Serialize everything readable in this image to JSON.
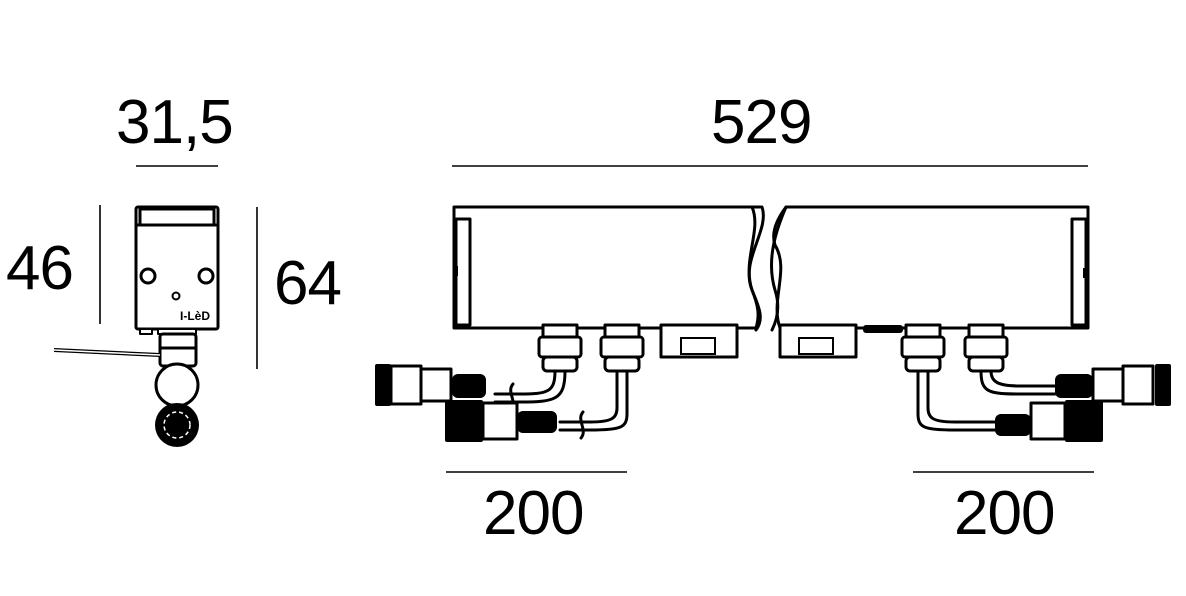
{
  "drawing": {
    "type": "technical-dimension-drawing",
    "subject": "linear LED fixture with cable connectors (end view and side view)",
    "line_color": "#000000",
    "background": "#ffffff"
  },
  "end_view": {
    "width_label": "31,5",
    "body_height_label": "46",
    "total_height_label": "64",
    "logo": "I-LèD"
  },
  "side_view": {
    "length_label": "529",
    "cable_left_label": "200",
    "cable_right_label": "200"
  }
}
